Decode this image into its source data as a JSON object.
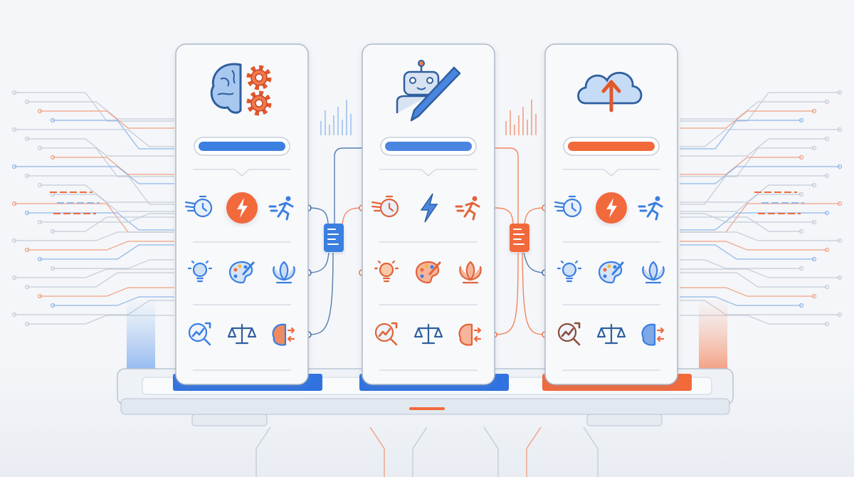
{
  "colors": {
    "blue": "#3b7fe0",
    "blue_dark": "#2f5f9e",
    "orange": "#f2693a",
    "panel_bg": "#f8f9fb",
    "panel_border": "#aeb9c8",
    "background": "#f4f6f9",
    "circuit_gray": "#c3ccd8"
  },
  "panels": [
    {
      "header_icon": "brain-gears-icon",
      "progress": {
        "fill": 1.0,
        "color": "#3b7fe0"
      },
      "base_color": "#2f72e0",
      "rows": [
        [
          "winged-stopwatch-icon",
          "lightning-badge-icon",
          "running-person-icon"
        ],
        [
          "lightbulb-icon",
          "palette-icon",
          "lotus-icon"
        ],
        [
          "magnifier-chart-icon",
          "balance-scale-icon",
          "brain-arrows-icon"
        ]
      ],
      "accent": "#3b7fe0"
    },
    {
      "header_icon": "robot-pen-icon",
      "progress": {
        "fill": 1.0,
        "color": "#4a86e0"
      },
      "base_color": "#2f72e0",
      "rows": [
        [
          "winged-stopwatch-icon",
          "lightning-icon",
          "running-person-icon"
        ],
        [
          "lightbulb-icon",
          "palette-icon",
          "lotus-icon"
        ],
        [
          "magnifier-chart-icon",
          "balance-scale-icon",
          "brain-arrows-icon"
        ]
      ],
      "accent": "#e0643a"
    },
    {
      "header_icon": "cloud-upload-icon",
      "progress": {
        "fill": 1.0,
        "color": "#f2693a"
      },
      "base_color": "#f2693a",
      "rows": [
        [
          "winged-stopwatch-icon",
          "lightning-badge-icon",
          "running-person-icon"
        ],
        [
          "lightbulb-icon",
          "palette-icon",
          "lotus-icon"
        ],
        [
          "magnifier-chart-icon",
          "balance-scale-icon",
          "brain-arrows-icon"
        ]
      ],
      "accent": "#3b7fe0"
    }
  ],
  "connectors": [
    {
      "icon": "document-node-icon",
      "color": "#3b7fe0"
    },
    {
      "icon": "document-node-icon",
      "color": "#f2693a"
    }
  ]
}
